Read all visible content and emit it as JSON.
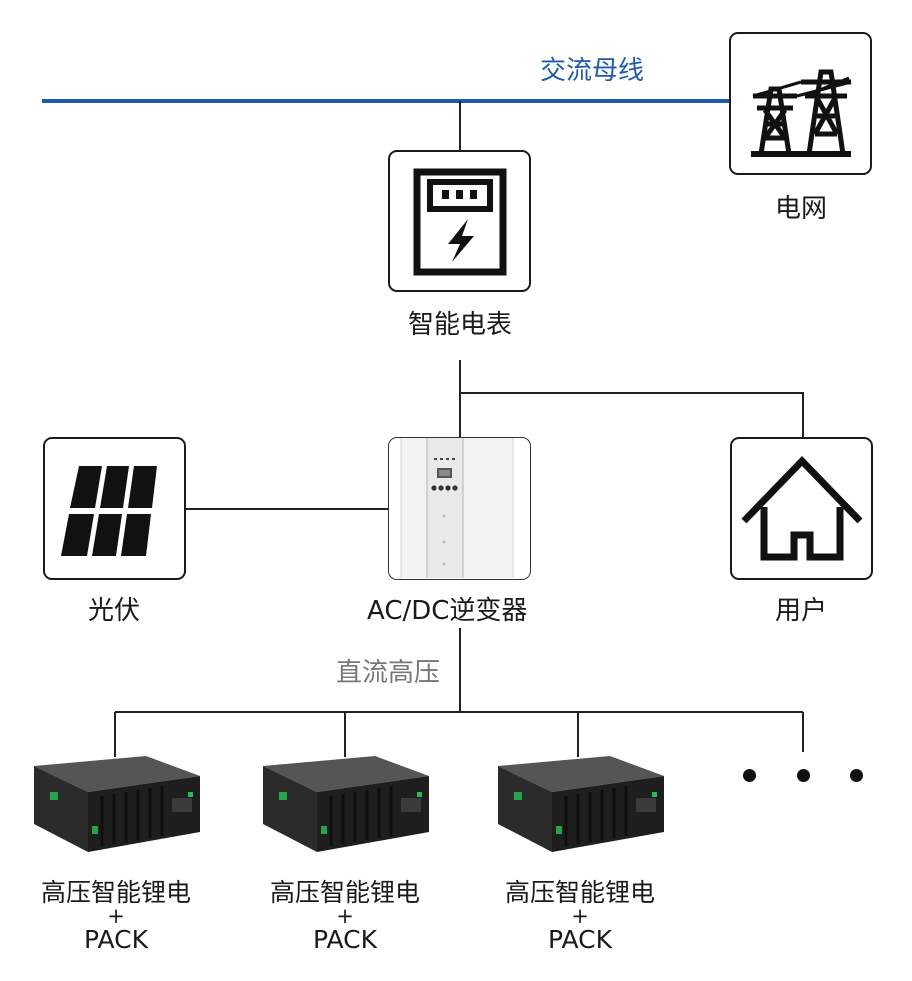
{
  "colors": {
    "bus": "#1f5ba7",
    "line": "#222222",
    "dc_label": "#777777"
  },
  "labels": {
    "ac_bus": "交流母线",
    "grid": "电网",
    "meter": "智能电表",
    "pv": "光伏",
    "inverter": "AC/DC逆变器",
    "user": "用户",
    "dc_high": "直流高压"
  },
  "icons": {
    "grid": "power-tower-icon",
    "meter": "electric-meter-icon",
    "pv": "solar-panel-icon",
    "inverter": "inverter-cabinet-icon",
    "user": "house-icon"
  },
  "batteries": [
    {
      "line1": "高压智能锂电",
      "plus": "+",
      "line2": "PACK"
    },
    {
      "line1": "高压智能锂电",
      "plus": "+",
      "line2": "PACK"
    },
    {
      "line1": "高压智能锂电",
      "plus": "+",
      "line2": "PACK"
    }
  ]
}
